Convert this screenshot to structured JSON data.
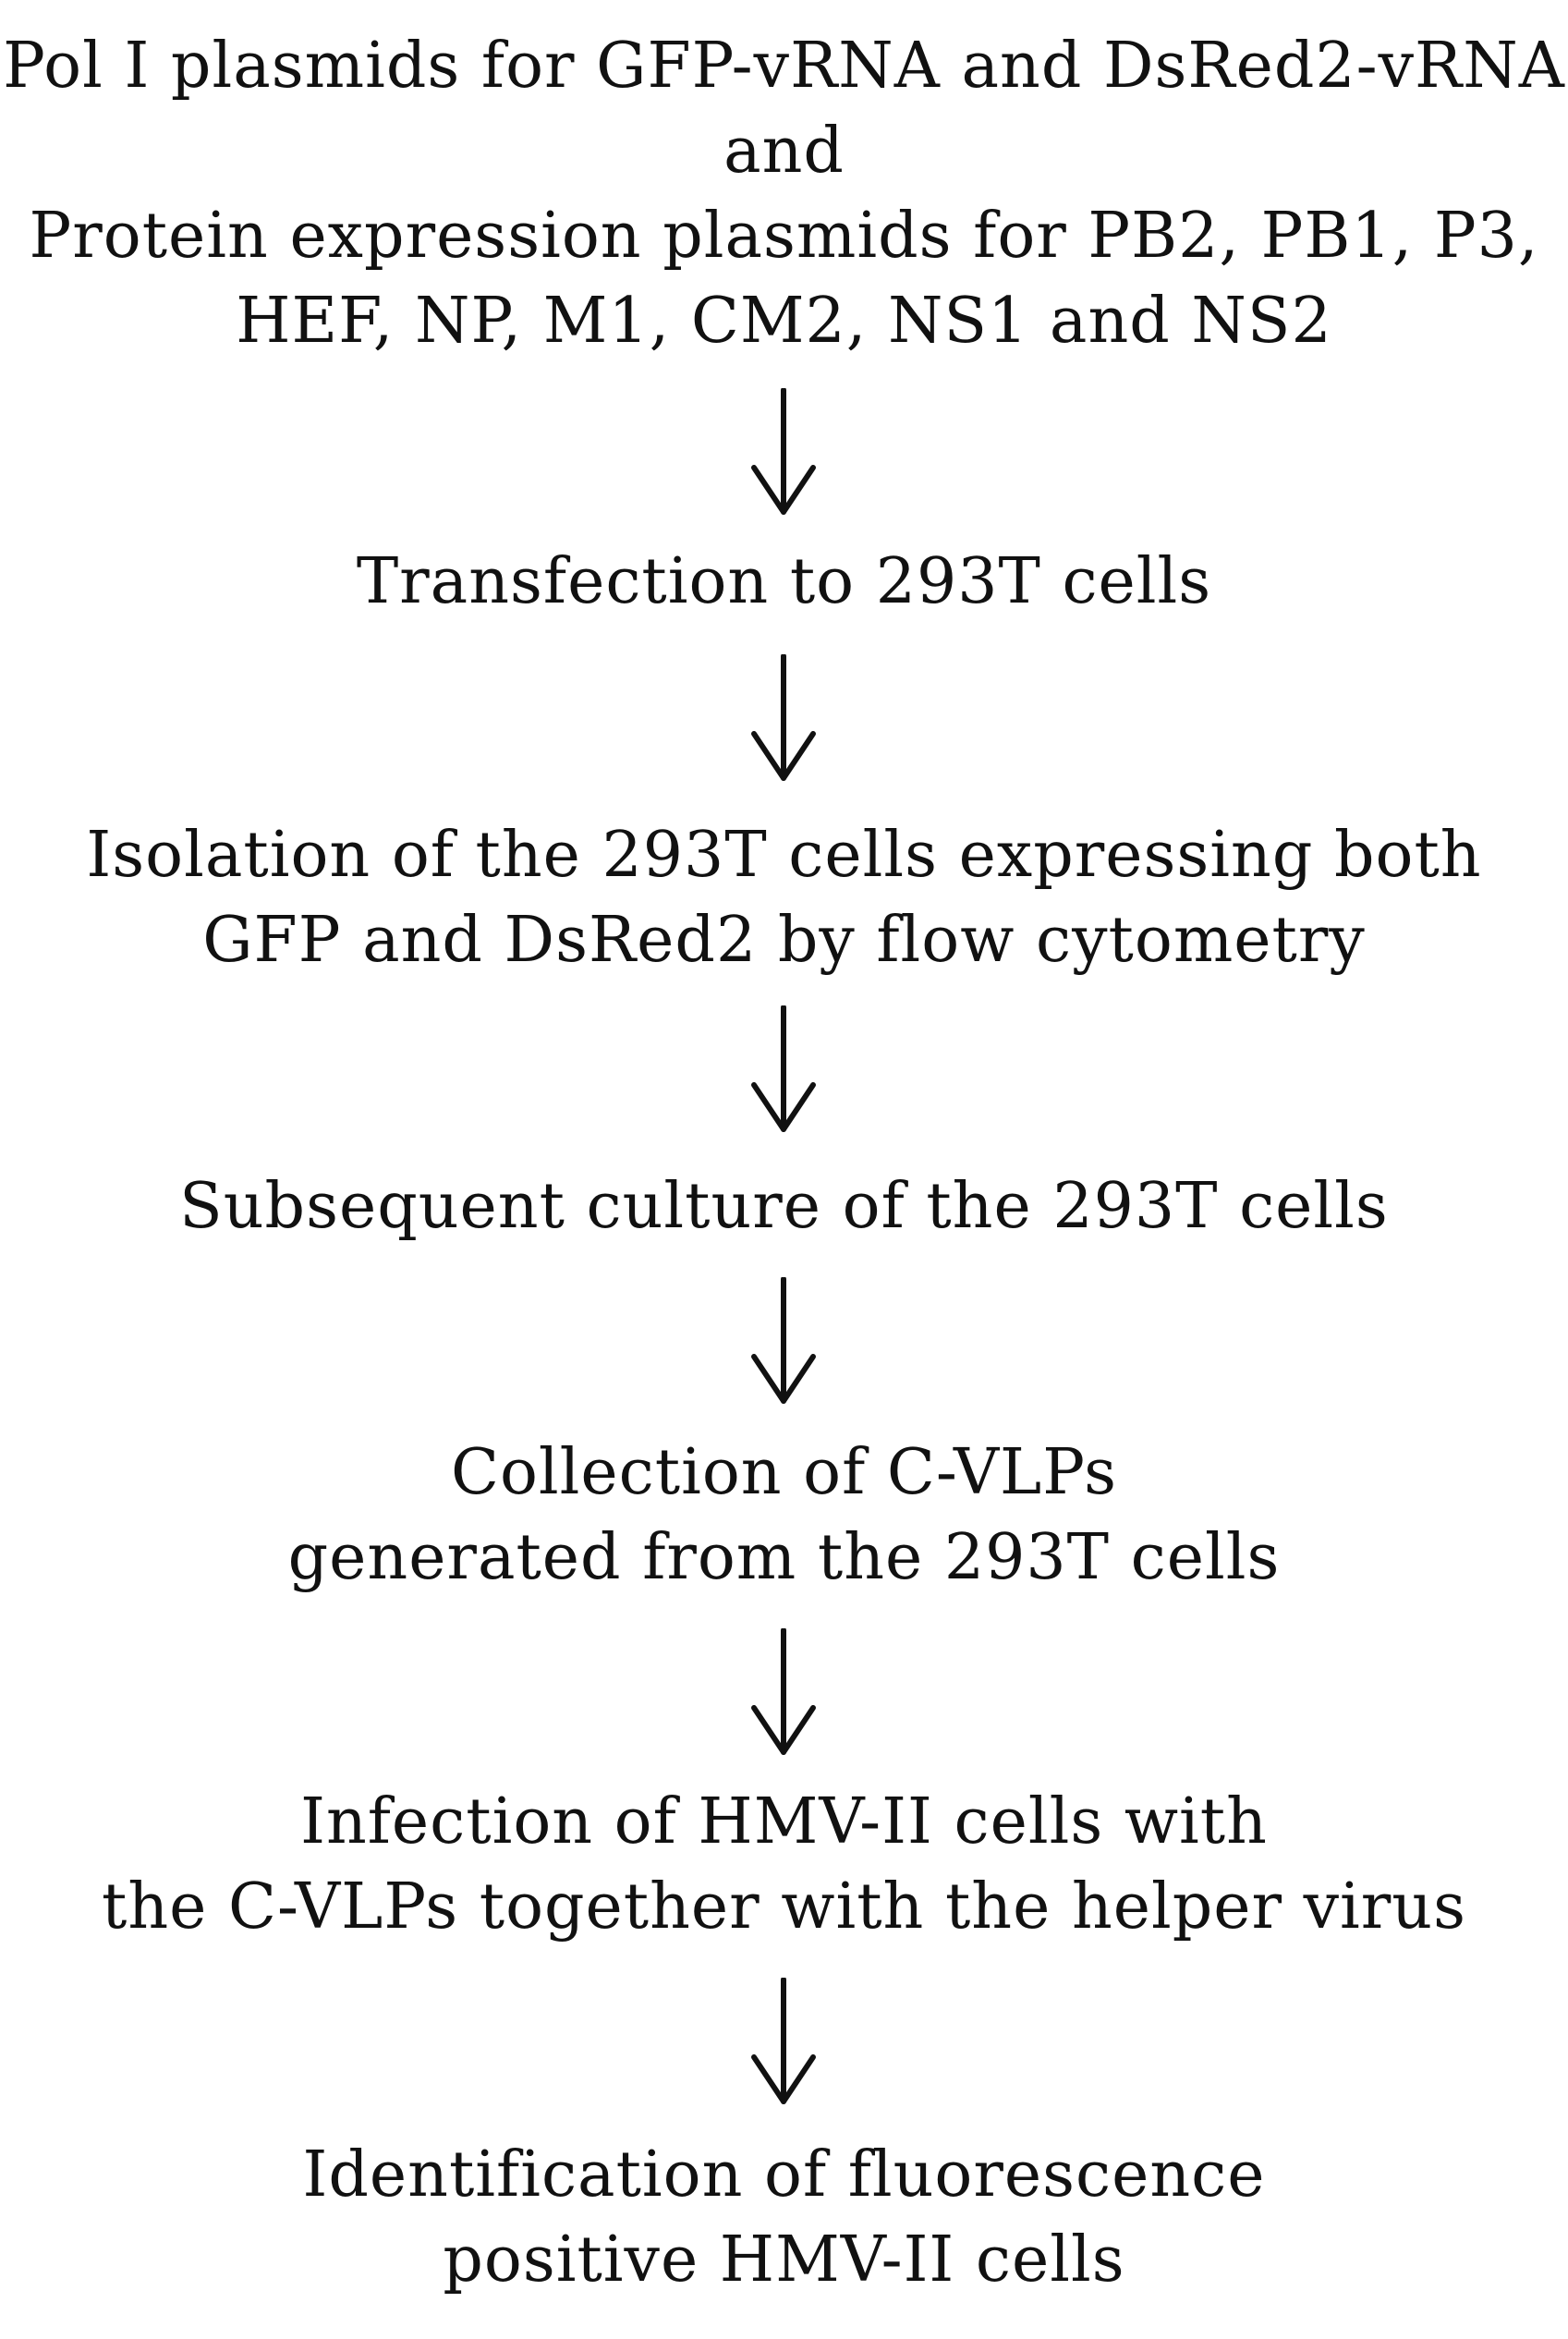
{
  "steps": [
    {
      "lines": [
        "Pol I plasmids for GFP-vRNA and DsRed2-vRNA",
        "and",
        "Protein expression plasmids for PB2, PB1, P3,",
        "HEF, NP, M1, CM2, NS1 and NS2"
      ]
    },
    {
      "lines": [
        "Transfection to 293T cells"
      ]
    },
    {
      "lines": [
        "Isolation of the 293T cells expressing both",
        "GFP and DsRed2 by flow cytometry"
      ]
    },
    {
      "lines": [
        "Subsequent culture of the 293T cells"
      ]
    },
    {
      "lines": [
        "Collection of C-VLPs",
        "generated from the 293T cells"
      ]
    },
    {
      "lines": [
        "Infection of HMV-II cells with",
        "the C-VLPs together with the helper virus"
      ]
    },
    {
      "lines": [
        "Identification of fluorescence",
        "positive HMV-II cells"
      ]
    }
  ],
  "colors": {
    "text": "#111111",
    "arrow": "#111111",
    "background": "#ffffff"
  },
  "icons": {
    "connector": "down-arrow-icon"
  }
}
